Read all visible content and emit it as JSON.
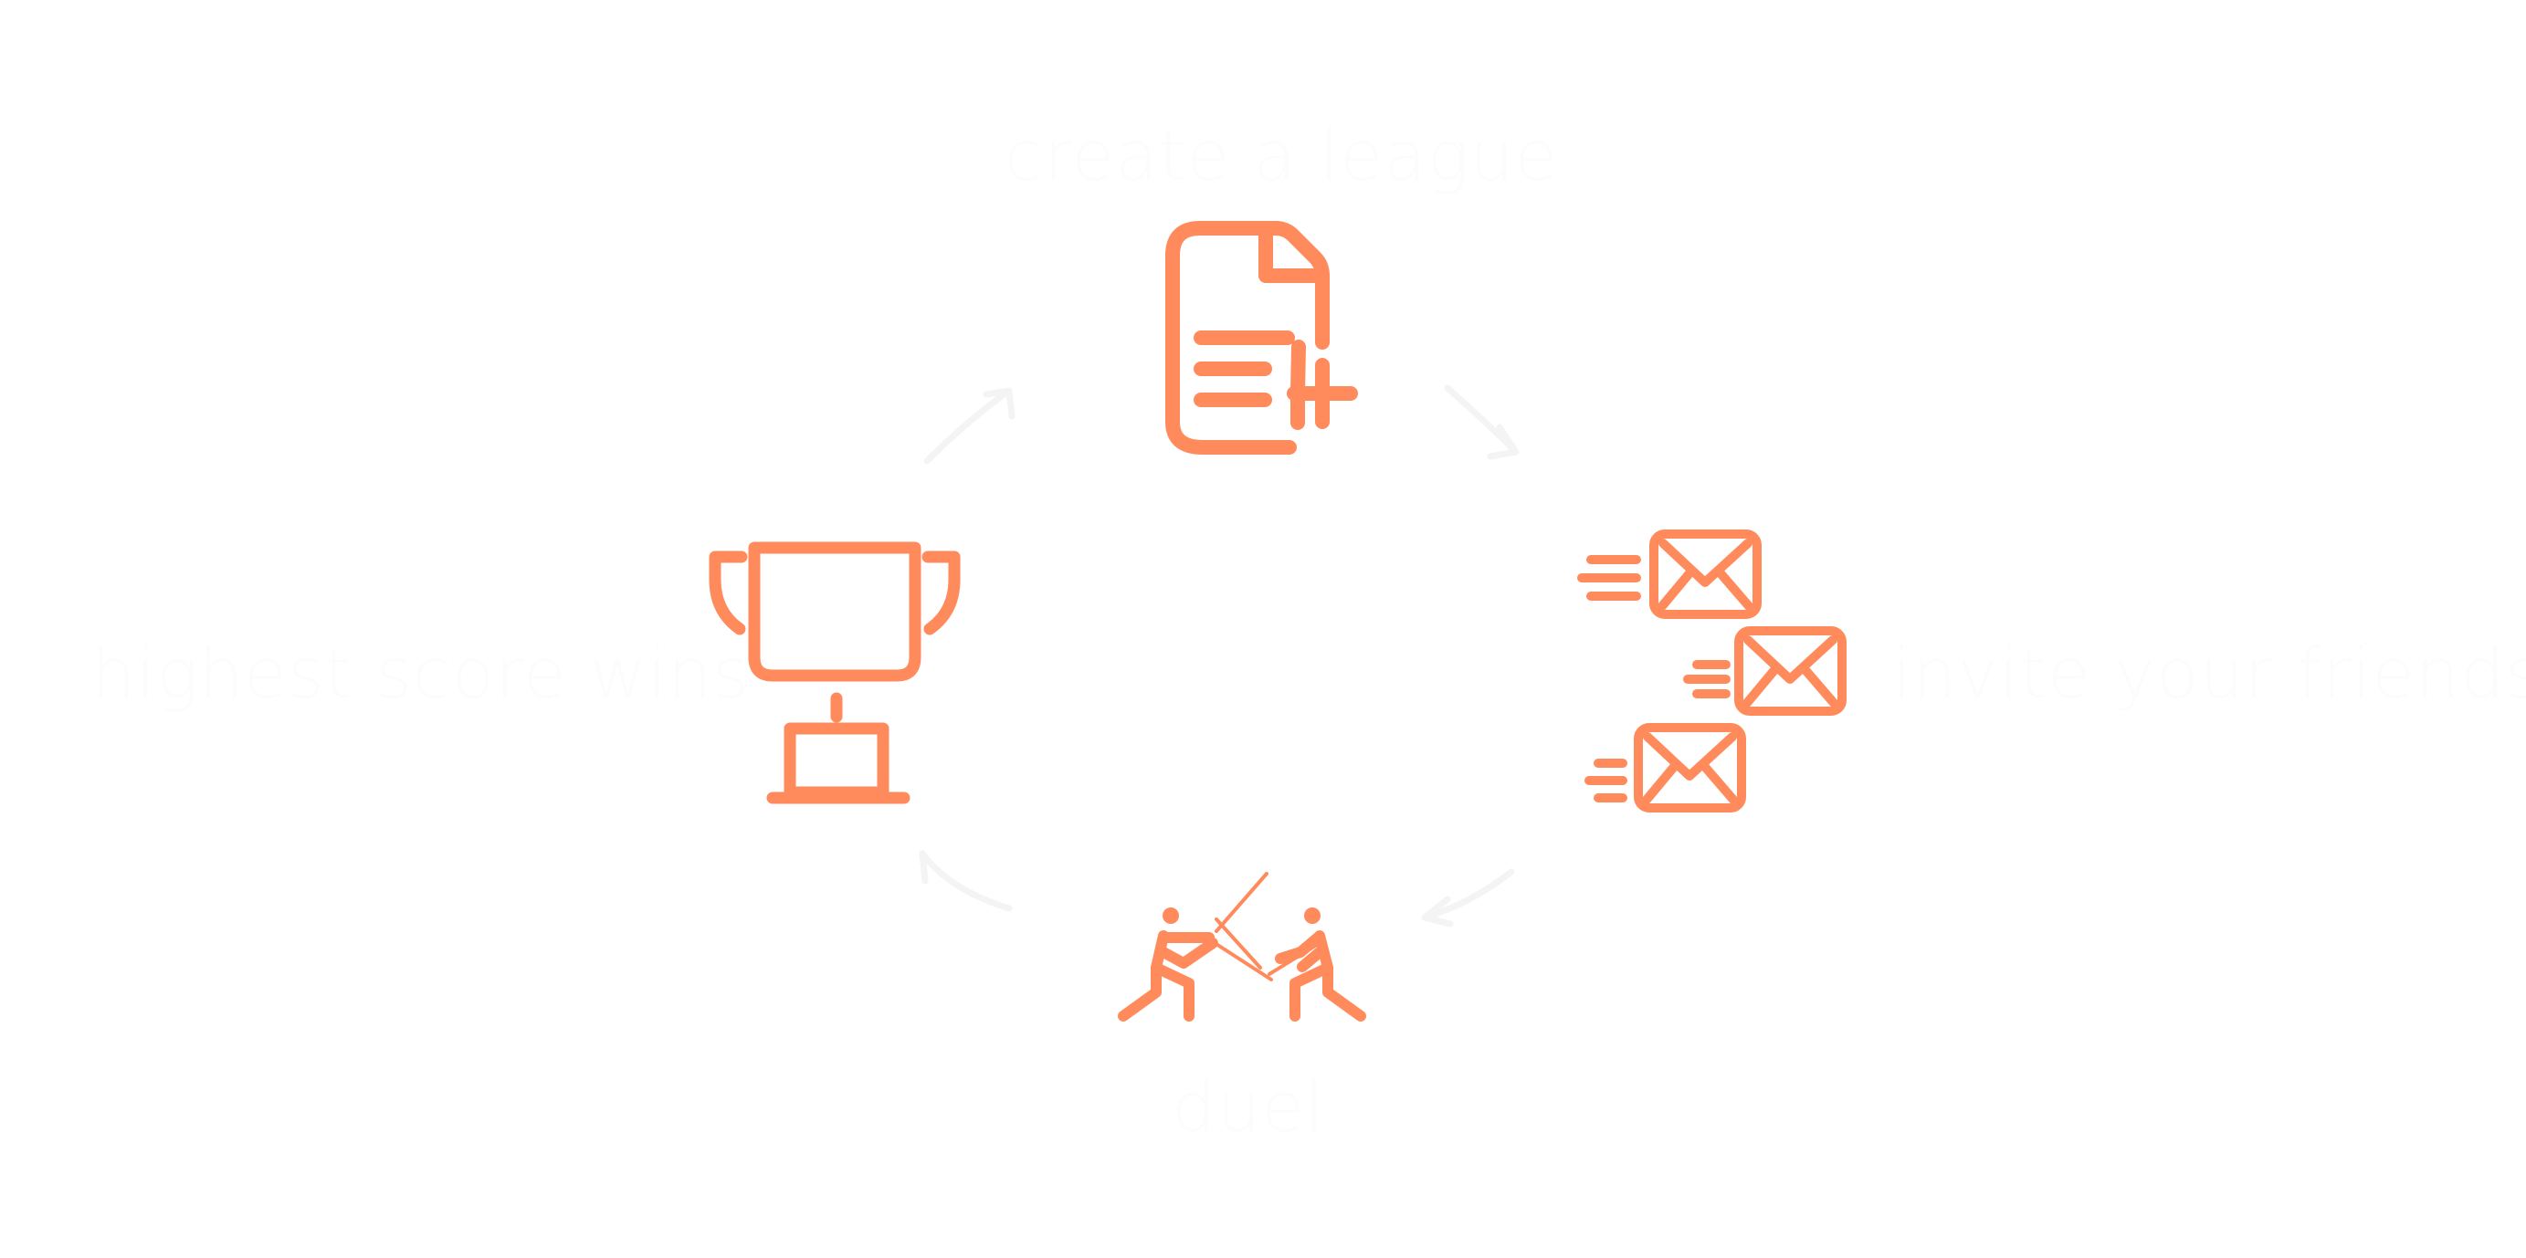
{
  "steps": {
    "create": {
      "label": "create a league",
      "icon": "document-add-icon"
    },
    "invite": {
      "label": "invite your friends",
      "icon": "envelopes-icon"
    },
    "duel": {
      "label": "duel",
      "icon": "fencing-duel-icon"
    },
    "wins": {
      "label": "highest score wins",
      "icon": "trophy-icon"
    }
  },
  "colors": {
    "accent": "#ff8a5b",
    "label": "#fcfcfc",
    "arrow": "#f4f4f4",
    "background": "#ffffff"
  }
}
